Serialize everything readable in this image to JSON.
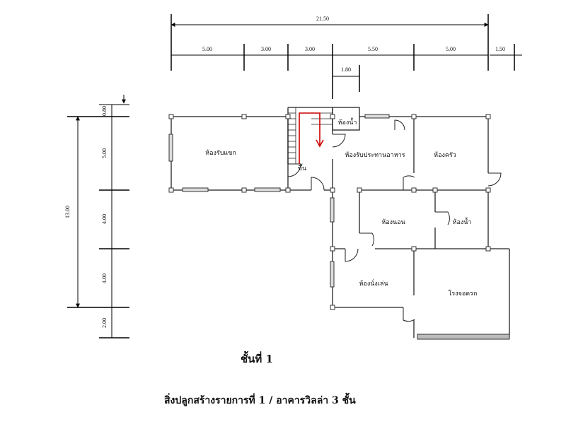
{
  "dimensions": {
    "top_total": "21.50",
    "top_segments": [
      "5.00",
      "3.00",
      "3.00",
      "5.50",
      "5.00",
      "1.50"
    ],
    "top_sub": "1.80",
    "left_total": "13.00",
    "left_segments": [
      "0.80",
      "5.00",
      "4.00",
      "4.00",
      "2.00"
    ]
  },
  "rooms": {
    "guest_room": "ห้องรับแขก",
    "bathroom_top": "ห้องน้ำ",
    "dining_room": "ห้องรับประทานอาหาร",
    "kitchen": "ห้องครัว",
    "stair": "ขึ้น",
    "bedroom": "ห้องนอน",
    "bathroom_mid": "ห้องน้ำ",
    "living_room": "ห้องนั่งเล่น",
    "garage": "โรงจอดรถ"
  },
  "captions": {
    "floor": "ชั้นที่ 1",
    "project": "สิ่งปลูกสร้างรายการที่ 1 / อาคารวิลล่า 3 ชั้น"
  },
  "colors": {
    "stair_arrow": "#cc0000",
    "line": "#222222"
  }
}
